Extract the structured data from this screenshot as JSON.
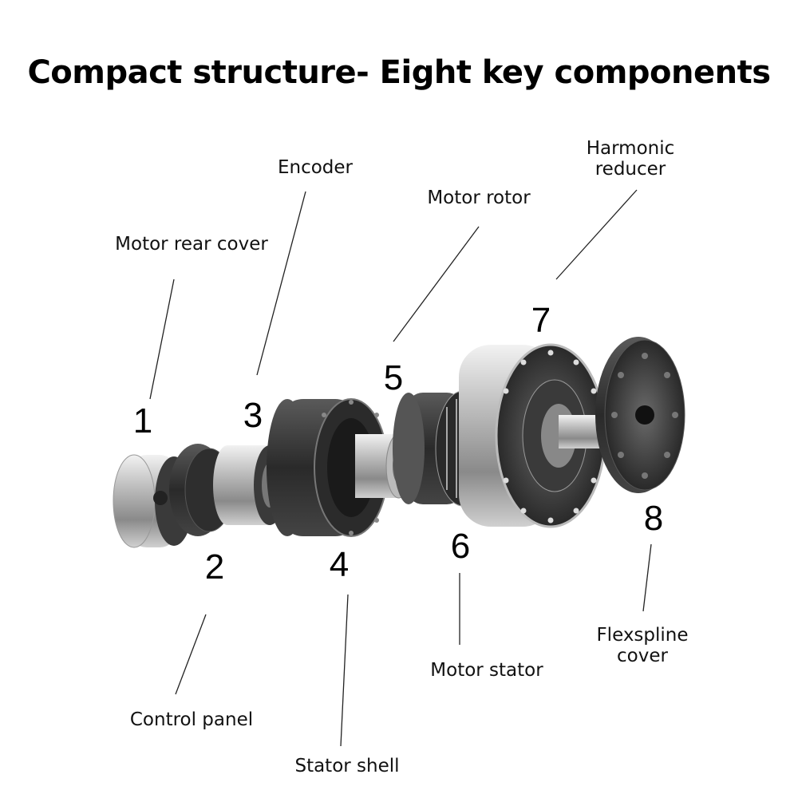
{
  "title": "Compact structure- Eight key components",
  "components": [
    {
      "number": "1",
      "label": "Motor rear cover"
    },
    {
      "number": "2",
      "label": "Control panel"
    },
    {
      "number": "3",
      "label": "Encoder"
    },
    {
      "number": "4",
      "label": "Stator shell"
    },
    {
      "number": "5",
      "label": "Motor rotor"
    },
    {
      "number": "6",
      "label": "Motor stator"
    },
    {
      "number": "7",
      "label": "Harmonic\nreducer"
    },
    {
      "number": "8",
      "label": "Flexspline\ncover"
    }
  ]
}
